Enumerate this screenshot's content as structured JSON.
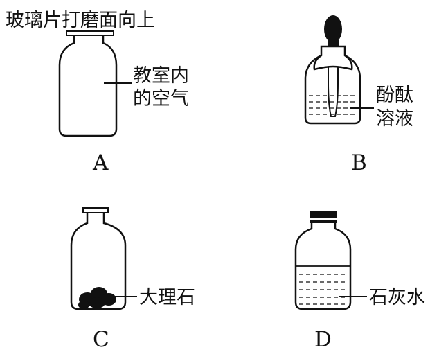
{
  "panels": {
    "a": {
      "letter": "A",
      "note": "玻璃片打磨面向上",
      "label_line1": "教室内",
      "label_line2": "的空气"
    },
    "b": {
      "letter": "B",
      "label_line1": "酚酞",
      "label_line2": "溶液"
    },
    "c": {
      "letter": "C",
      "label": "大理石"
    },
    "d": {
      "letter": "D",
      "label": "石灰水"
    }
  }
}
